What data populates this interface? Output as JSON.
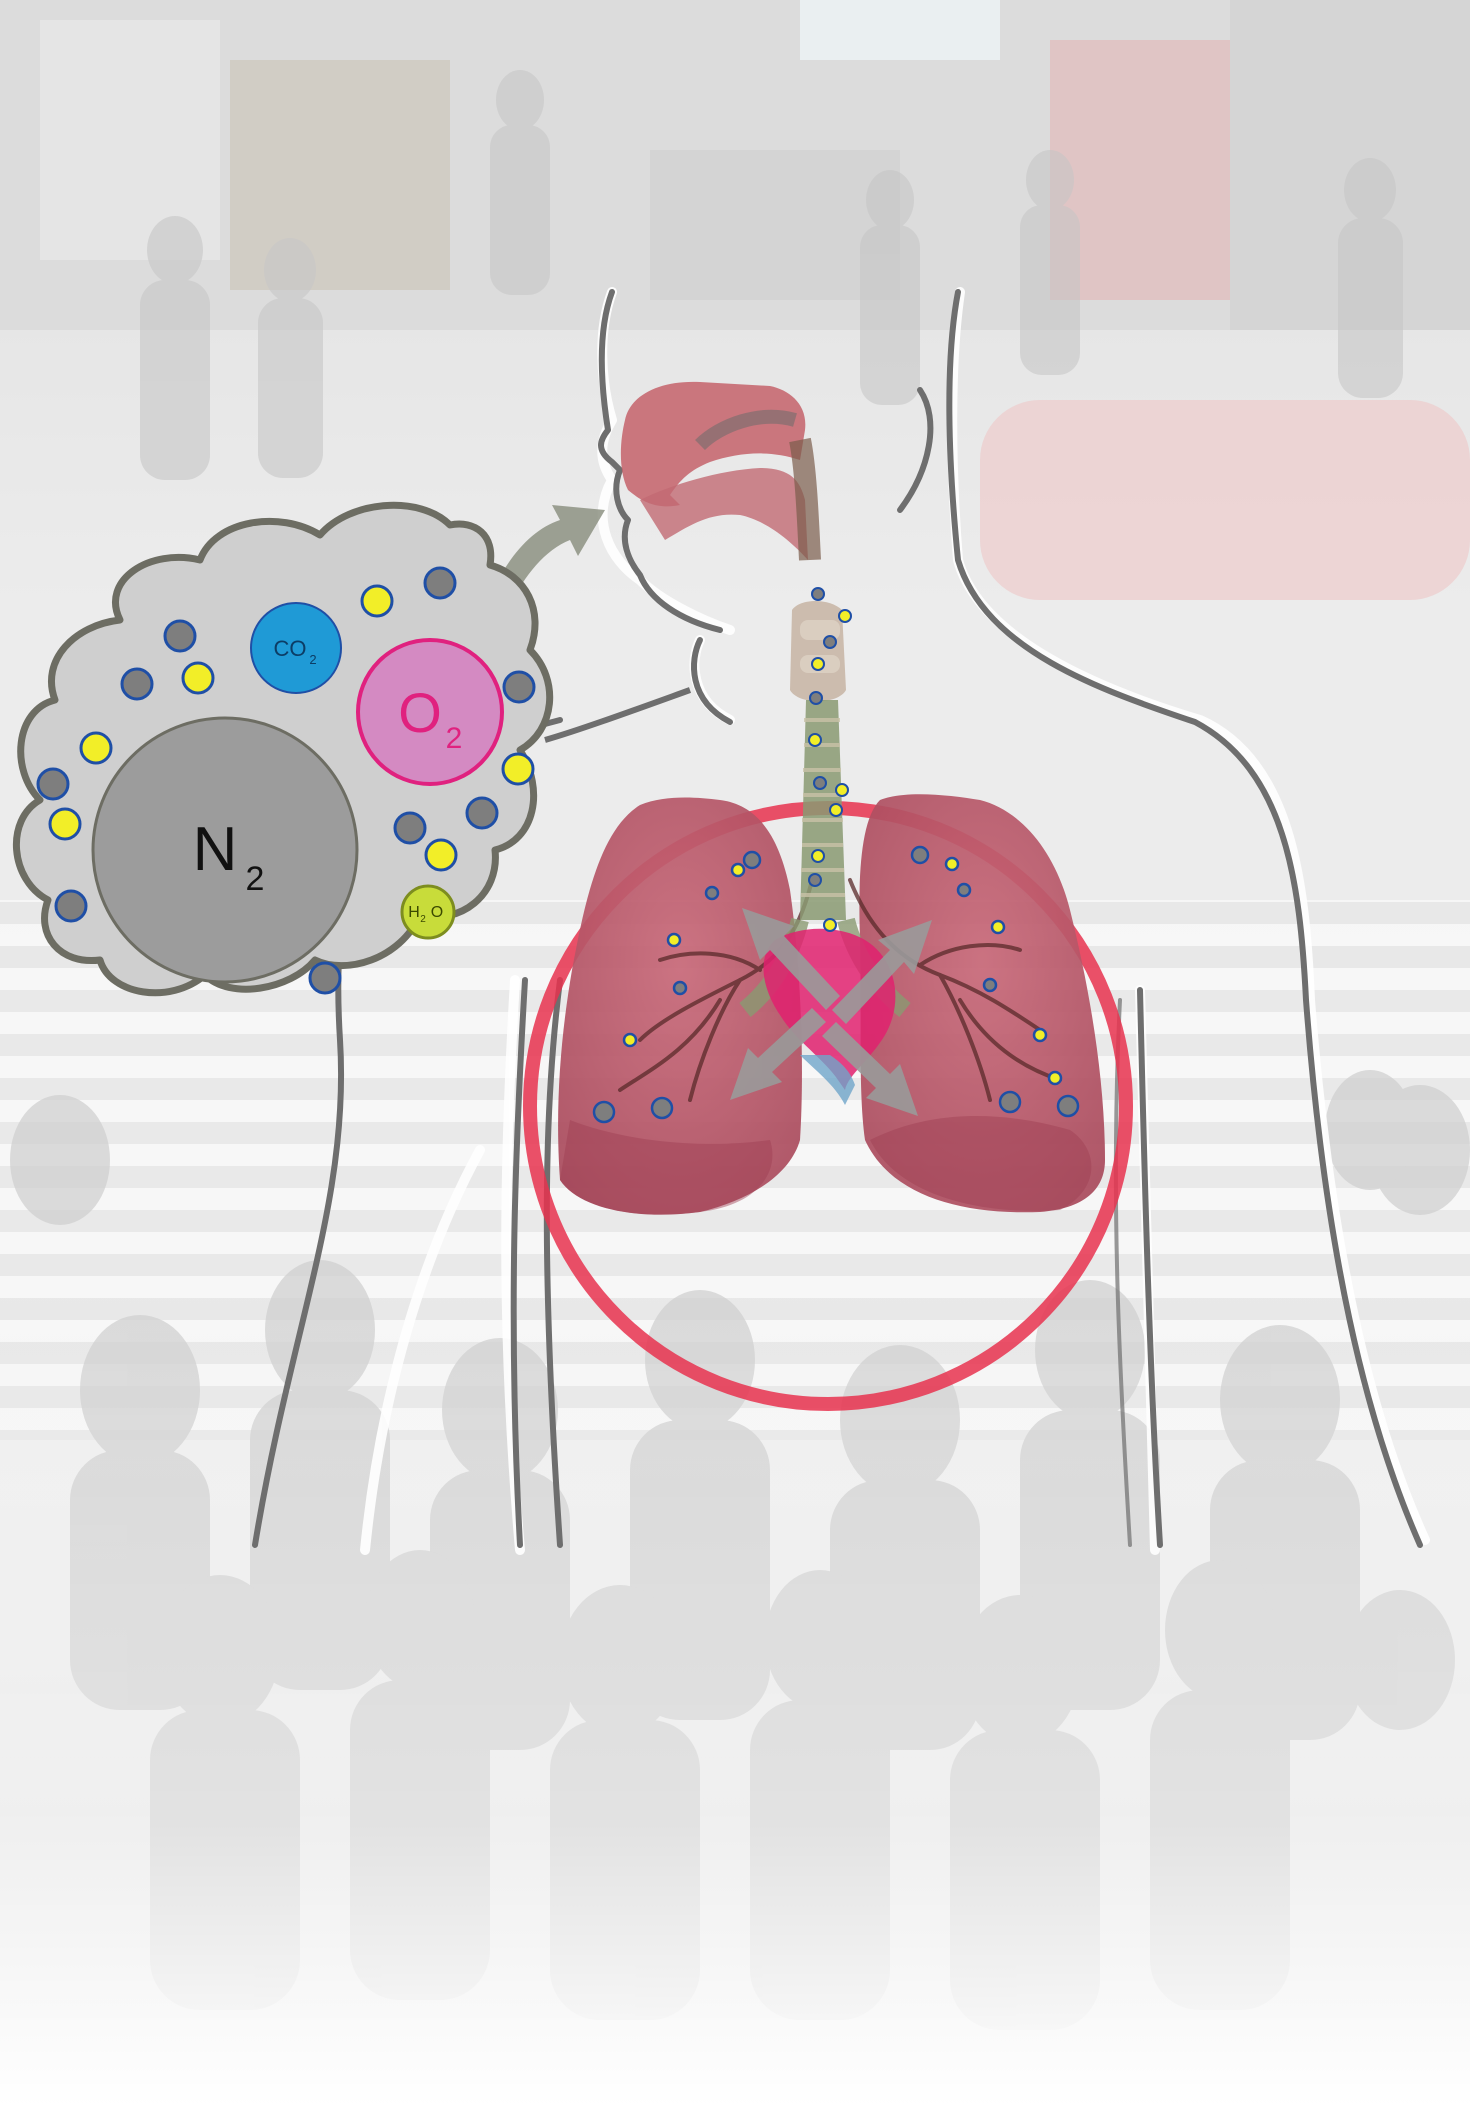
{
  "labels": {
    "n2": "N",
    "n2_sub": "2",
    "o2": "O",
    "o2_sub": "2",
    "co2": "CO",
    "co2_sub": "2",
    "h2o_h": "H",
    "h2o_sub": "2",
    "h2o_o": "O"
  },
  "colors": {
    "n2": "#9c9c9c",
    "o2": "#d48ac2",
    "o2_border": "#e0217f",
    "o2_text": "#e0217f",
    "co2": "#1f9ad6",
    "h2o": "#c8dc3a",
    "small_gray": "#7e7e7e",
    "small_yellow": "#f2ee28",
    "small_border": "#1f4fa6",
    "cloud_fill": "#cfcfcf",
    "cloud_stroke": "#6d6d63",
    "highlight_ring": "#e8334f",
    "lungs": "#b75468",
    "airway": "#bd5c66",
    "heart": "#e0216e",
    "arrows": "#9a9a9a",
    "body_outline": "#6d6d6d"
  },
  "icons": {
    "cloud": "air-mixture-cloud-icon",
    "lungs": "lungs-icon",
    "heart": "heart-icon",
    "airway": "airway-icon",
    "trachea": "trachea-icon"
  }
}
